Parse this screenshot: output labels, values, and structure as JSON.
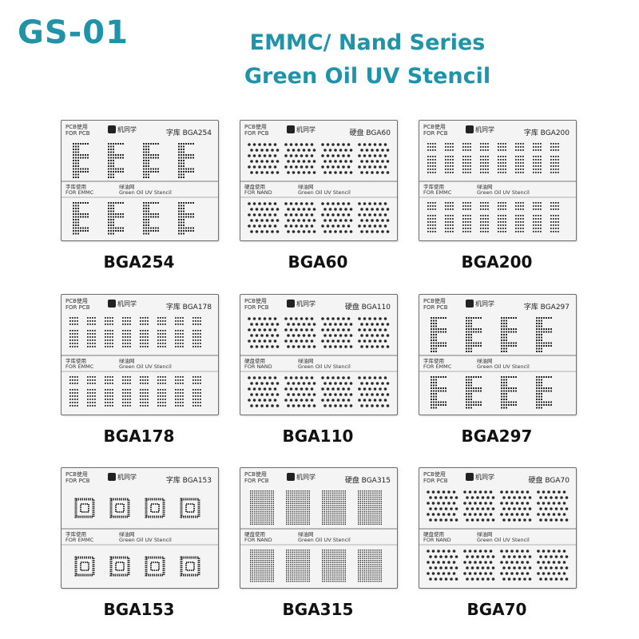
{
  "header": {
    "code": "GS-01",
    "title_line1": "EMMC/ Nand Series",
    "title_line2": "Green Oil UV Stencil"
  },
  "card_text": {
    "pcb_cn": "PCB使用",
    "pcb_en": "FOR PCB",
    "brand": "机同学",
    "green_oil_cn": "绿油网",
    "green_oil_en": "Green Oil UV Stencil"
  },
  "stencils": [
    {
      "model": "BGA254",
      "prefix": "字库",
      "use_cn": "字库使用",
      "use_en": "FOR EMMC",
      "pattern": "rows"
    },
    {
      "model": "BGA60",
      "prefix": "硬盘",
      "use_cn": "硬盘使用",
      "use_en": "FOR NAND",
      "pattern": "dots"
    },
    {
      "model": "BGA200",
      "prefix": "字库",
      "use_cn": "字库使用",
      "use_en": "FOR EMMC",
      "pattern": "grid"
    },
    {
      "model": "BGA178",
      "prefix": "字库",
      "use_cn": "字库使用",
      "use_en": "FOR EMMC",
      "pattern": "grid"
    },
    {
      "model": "BGA110",
      "prefix": "硬盘",
      "use_cn": "硬盘使用",
      "use_en": "FOR NAND",
      "pattern": "dots"
    },
    {
      "model": "BGA297",
      "prefix": "字库",
      "use_cn": "字库使用",
      "use_en": "FOR EMMC",
      "pattern": "rows"
    },
    {
      "model": "BGA153",
      "prefix": "字库",
      "use_cn": "字库使用",
      "use_en": "FOR EMMC",
      "pattern": "squares"
    },
    {
      "model": "BGA315",
      "prefix": "硬盘",
      "use_cn": "硬盘使用",
      "use_en": "FOR NAND",
      "pattern": "dense"
    },
    {
      "model": "BGA70",
      "prefix": "硬盘",
      "use_cn": "硬盘使用",
      "use_en": "FOR NAND",
      "pattern": "dots"
    }
  ]
}
